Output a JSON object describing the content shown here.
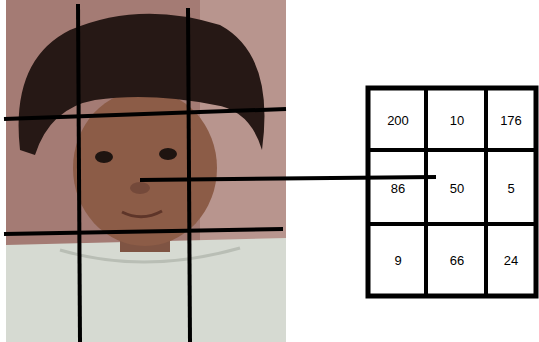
{
  "diagram": {
    "labels": [
      "200",
      "10",
      "176",
      "86",
      "50",
      "5",
      "9",
      "66",
      "24"
    ]
  }
}
